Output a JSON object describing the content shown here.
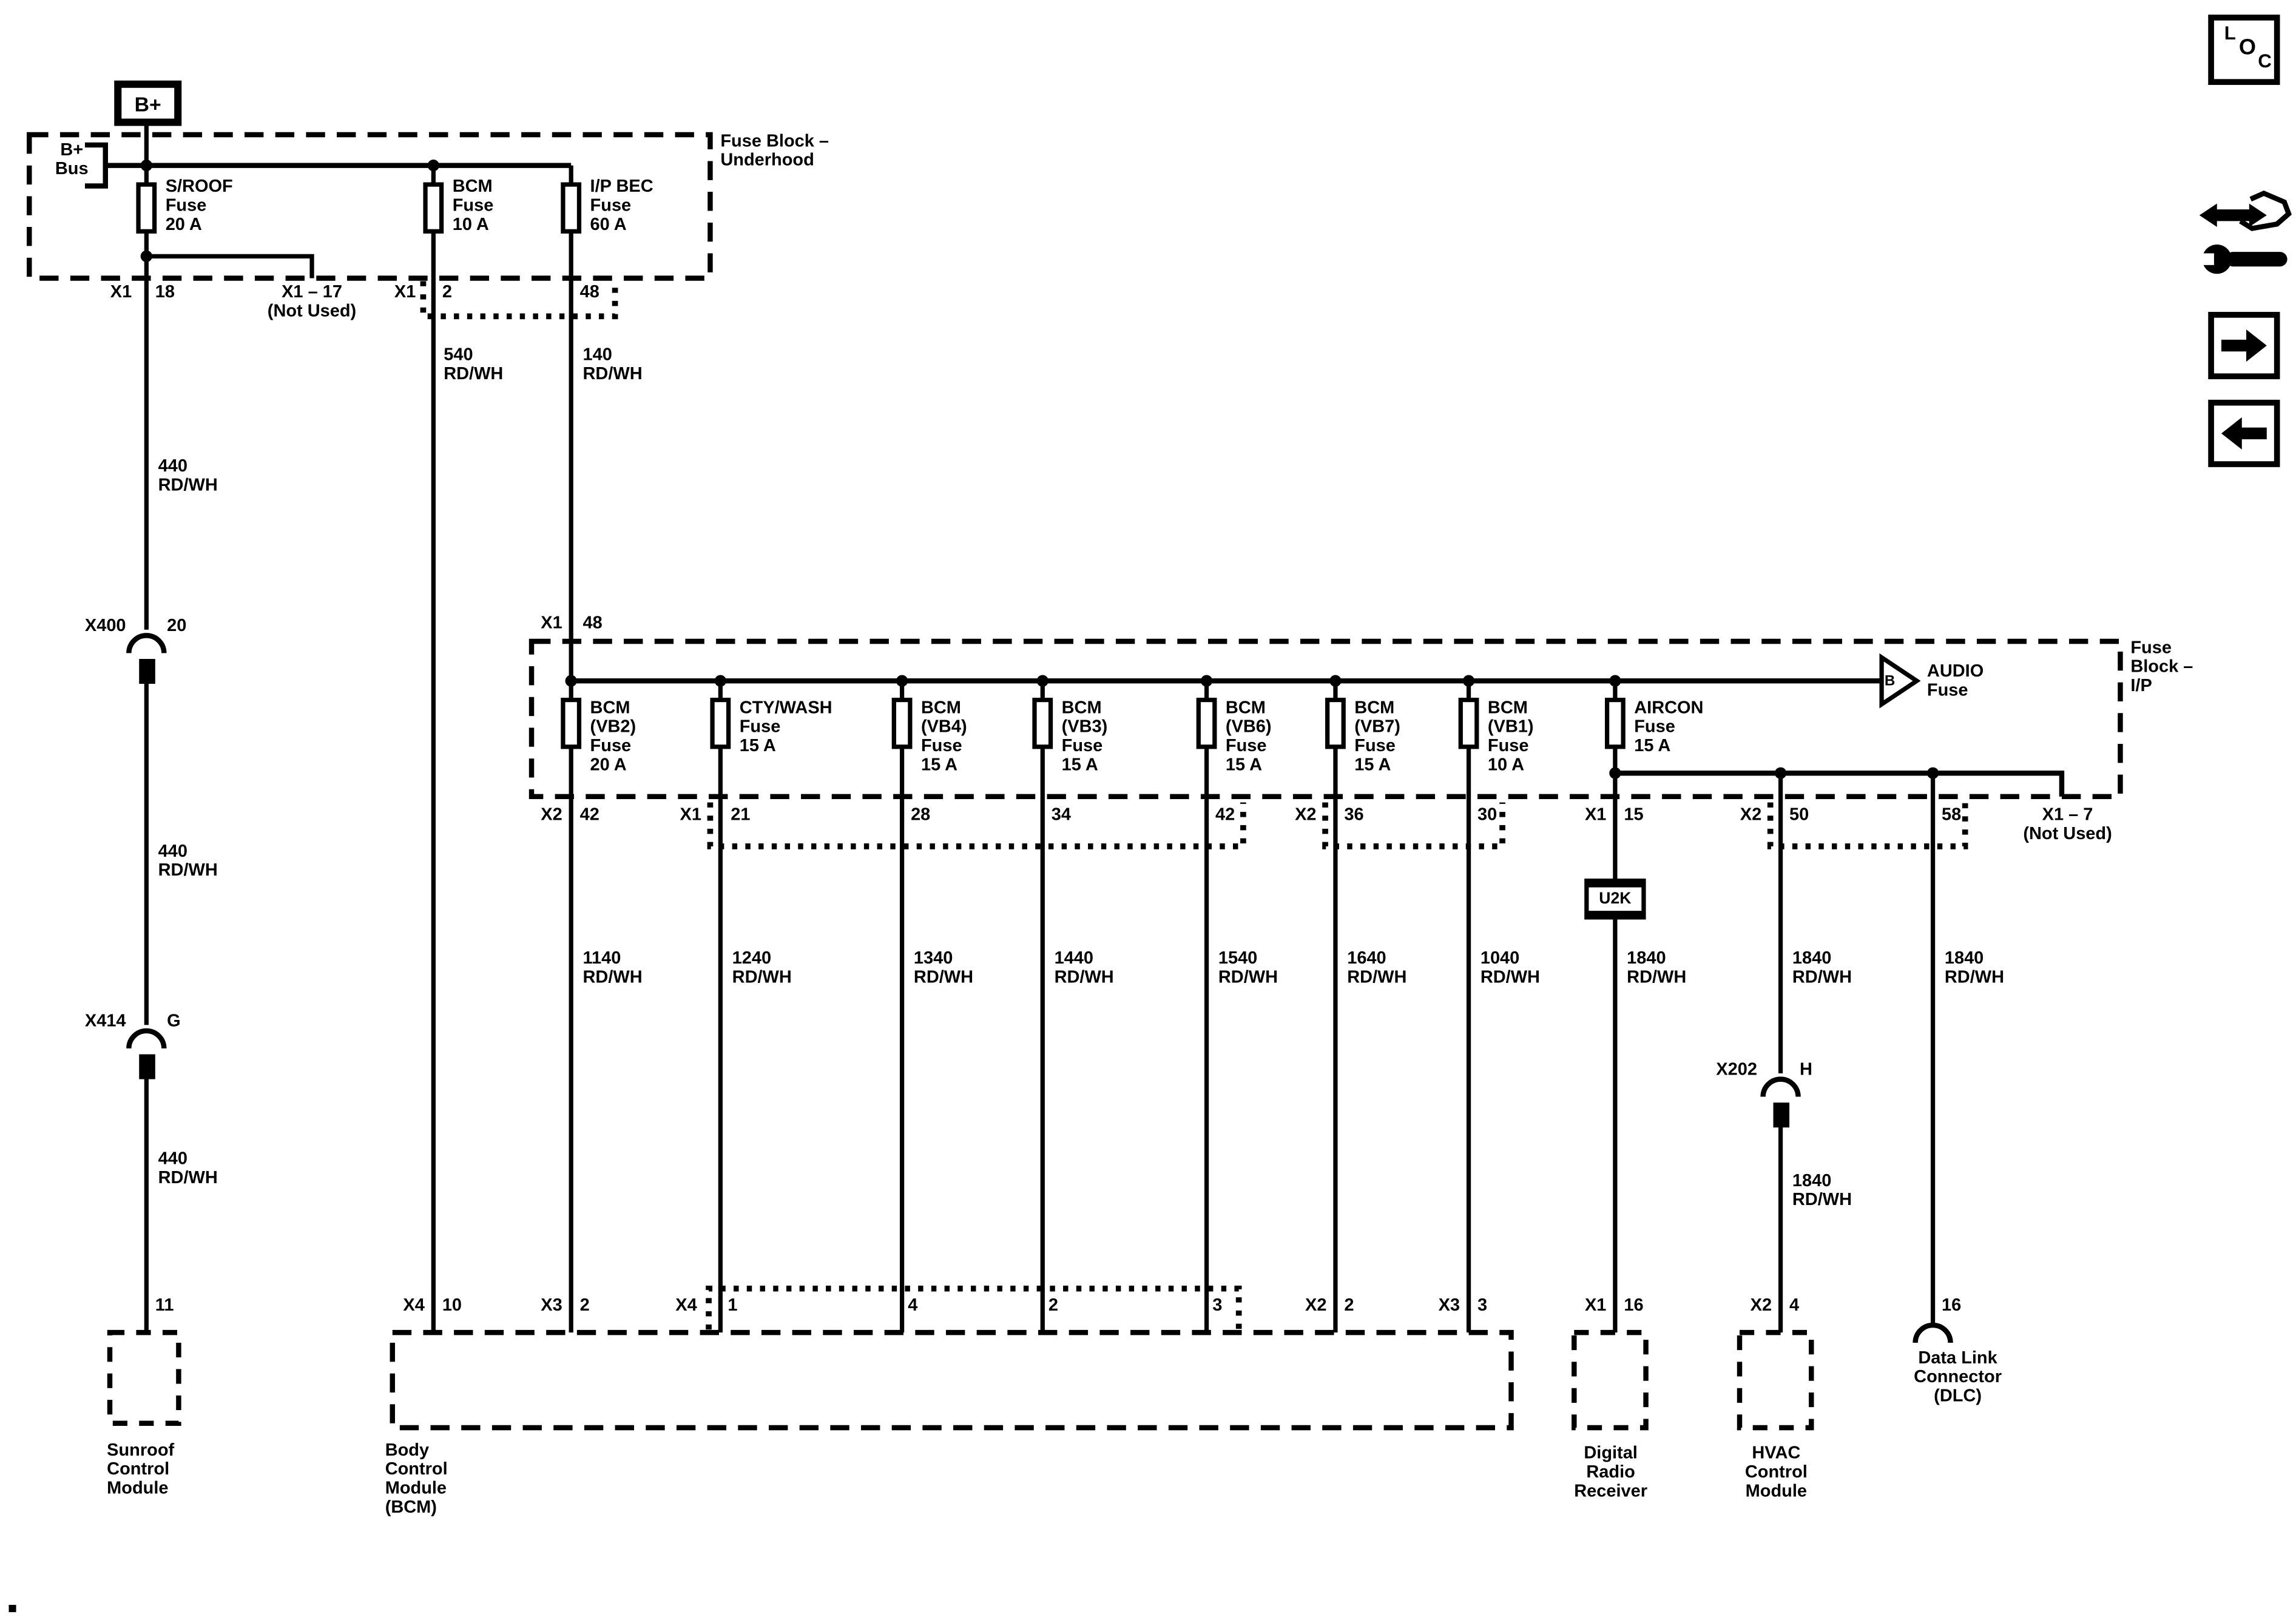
{
  "power": {
    "bplus": "B+",
    "bplus_bus": "B+\nBus"
  },
  "underhood": {
    "title": "Fuse Block –\nUnderhood",
    "fuse_sroof": "S/ROOF\nFuse\n20 A",
    "fuse_bcm": "BCM\nFuse\n10 A",
    "fuse_ipbec": "I/P BEC\nFuse\n60 A",
    "pin_x1": "X1",
    "pin_18": "18",
    "pin_x1_17": "X1 – 17\n(Not Used)",
    "pin_x1b": "X1",
    "pin_2": "2",
    "pin_48": "48"
  },
  "ip_block": {
    "title": "Fuse\nBlock –\nI/P",
    "entry_conn": "X1",
    "entry_pin": "48",
    "fuse_vb2": "BCM\n(VB2)\nFuse\n20 A",
    "fuse_ctywash": "CTY/WASH\nFuse\n15 A",
    "fuse_vb4": "BCM\n(VB4)\nFuse\n15 A",
    "fuse_vb3": "BCM\n(VB3)\nFuse\n15 A",
    "fuse_vb6": "BCM\n(VB6)\nFuse\n15 A",
    "fuse_vb7": "BCM\n(VB7)\nFuse\n15 A",
    "fuse_vb1": "BCM\n(VB1)\nFuse\n10 A",
    "fuse_aircon": "AIRCON\nFuse\n15 A",
    "audio_b": "B",
    "audio_label": "AUDIO\nFuse",
    "p_x2": "X2",
    "p_42a": "42",
    "p_x1a": "X1",
    "p_21": "21",
    "p_28": "28",
    "p_34": "34",
    "p_42b": "42",
    "p_x2b": "X2",
    "p_36": "36",
    "p_30": "30",
    "p_x1b": "X1",
    "p_15": "15",
    "p_x2c": "X2",
    "p_50": "50",
    "p_58": "58",
    "p_not_used": "X1 – 7\n(Not Used)"
  },
  "wires": {
    "w540": "540\nRD/WH",
    "w140": "140\nRD/WH",
    "w440a": "440\nRD/WH",
    "w440b": "440\nRD/WH",
    "w440c": "440\nRD/WH",
    "w1140": "1140\nRD/WH",
    "w1240": "1240\nRD/WH",
    "w1340": "1340\nRD/WH",
    "w1440": "1440\nRD/WH",
    "w1540": "1540\nRD/WH",
    "w1640": "1640\nRD/WH",
    "w1040": "1040\nRD/WH",
    "w1840a": "1840\nRD/WH",
    "w1840b": "1840\nRD/WH",
    "w1840c": "1840\nRD/WH",
    "w1840d": "1840\nRD/WH"
  },
  "connectors": {
    "x400": "X400",
    "x400_pin": "20",
    "x414": "X414",
    "x414_pin": "G",
    "x202": "X202",
    "x202_pin": "H",
    "u2k": "U2K"
  },
  "modules": {
    "sunroof_pin": "11",
    "sunroof": "Sunroof\nControl\nModule",
    "bcm": "Body\nControl\nModule\n(BCM)",
    "bcm_p1c": "X4",
    "bcm_p1": "10",
    "bcm_p2c": "X3",
    "bcm_p2": "2",
    "bcm_p3c": "X4",
    "bcm_p3": "1",
    "bcm_p4": "4",
    "bcm_p5": "2",
    "bcm_p6": "3",
    "bcm_p7c": "X2",
    "bcm_p7": "2",
    "bcm_p8c": "X3",
    "bcm_p8": "3",
    "radio_pc": "X1",
    "radio_p": "16",
    "radio": "Digital\nRadio\nReceiver",
    "hvac_pc": "X2",
    "hvac_p": "4",
    "hvac": "HVAC\nControl\nModule",
    "dlc_p": "16",
    "dlc": "Data Link\nConnector\n(DLC)"
  },
  "toolbar_icons": {
    "loc_l": "L",
    "loc_o": "O",
    "loc_c": "C"
  }
}
